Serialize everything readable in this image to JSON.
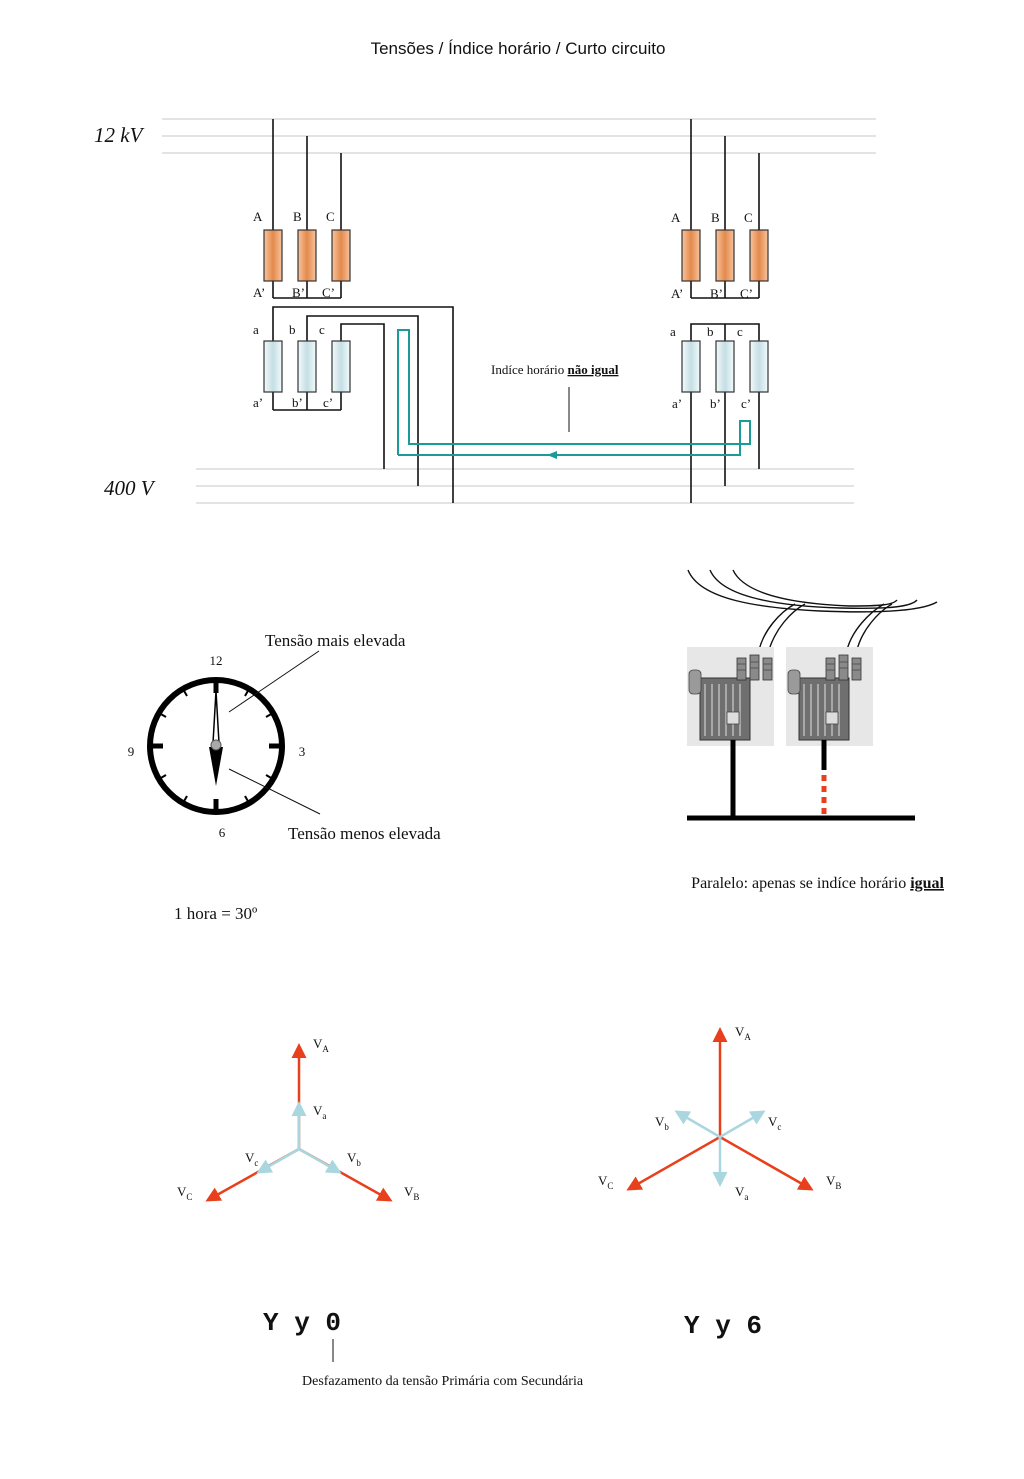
{
  "page": {
    "title": "Tensões / Índice horário / Curto circuito"
  },
  "wiring": {
    "hv_label": "12 kV",
    "lv_label": "400 V",
    "left": {
      "primary": [
        "A",
        "B",
        "C"
      ],
      "primary_end": [
        "A’",
        "B’",
        "C’"
      ],
      "secondary": [
        "a",
        "b",
        "c"
      ],
      "secondary_end": [
        "a’",
        "b’",
        "c’"
      ]
    },
    "right": {
      "primary": [
        "A",
        "B",
        "C"
      ],
      "primary_end": [
        "A’",
        "B’",
        "C’"
      ],
      "secondary": [
        "a",
        "b",
        "c"
      ],
      "secondary_end": [
        "a’",
        "b’",
        "c’"
      ]
    },
    "note_prefix": "Indíce horário",
    "note_emph": "não igual"
  },
  "clock": {
    "n12": "12",
    "n3": "3",
    "n6": "6",
    "n9": "9",
    "label_high": "Tensão mais elevada",
    "label_low": "Tensão menos elevada",
    "hour_rule": "1 hora = 30º"
  },
  "parallel": {
    "caption_prefix": "Paralelo: apenas se indíce horário",
    "caption_emph": "igual"
  },
  "phasors": {
    "left": {
      "VA": "V",
      "VA_sub": "A",
      "VB": "V",
      "VB_sub": "B",
      "VC": "V",
      "VC_sub": "C",
      "Va": "V",
      "Va_sub": "a",
      "Vb": "V",
      "Vb_sub": "b",
      "Vc": "V",
      "Vc_sub": "c",
      "code": "Y y 0"
    },
    "right": {
      "VA": "V",
      "VA_sub": "A",
      "VB": "V",
      "VB_sub": "B",
      "VC": "V",
      "VC_sub": "C",
      "Va": "V",
      "Va_sub": "a",
      "Vb": "V",
      "Vb_sub": "b",
      "Vc": "V",
      "Vc_sub": "c",
      "code": "Y y 6"
    },
    "footnote": "Desfazamento da tensão Primária com Secundária"
  },
  "colors": {
    "primary_coil": "#f4a97a",
    "secondary_coil": "#d9ecef",
    "fault_path": "#1b9a9a",
    "phasor_primary": "#e8401c",
    "phasor_secondary": "#a9d6df"
  }
}
